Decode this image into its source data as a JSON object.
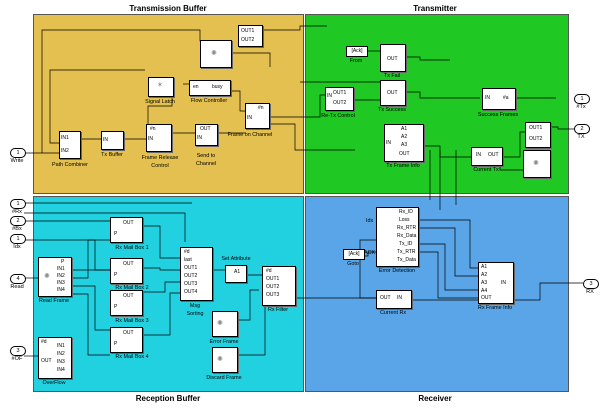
{
  "regions": {
    "transmission_buffer": {
      "title": "Transmission Buffer",
      "color": "#e3c04f"
    },
    "transmitter": {
      "title": "Transmitter",
      "color": "#1fc823"
    },
    "reception_buffer": {
      "title": "Reception Buffer",
      "color": "#22d1e0"
    },
    "receiver": {
      "title": "Receiver",
      "color": "#5aa5e8"
    }
  },
  "tb": {
    "path_combiner": "Path Combiner",
    "tx_buffer": "Tx Buffer",
    "frame_release": "Frame Release",
    "control": "Control",
    "send_to": "Send to",
    "channel": "Channel",
    "frame_on_channel": "Frame on Channel",
    "signal_latch": "Signal Latch",
    "flow_controller": "Flow Controller",
    "en": "en",
    "busy": "busy"
  },
  "tx": {
    "ack_tag": "[Ack]",
    "from": "From",
    "tx_fail": "Tx Fail",
    "tx_success": "Tx Success",
    "retx_control": "Re-Tx Control",
    "success_frames": "Success Frames",
    "tx_frame_info": "Tx Frame Info",
    "current_tx": "Current Tx"
  },
  "rb": {
    "read_frame": "Read Frame",
    "overflow": "OverFlow",
    "mailbox1": "Rx Mail Box 1",
    "mailbox2": "Rx Mail Box 2",
    "mailbox3": "Rx Mail Box 3",
    "mailbox4": "Rx Mail Box 4",
    "msg": "Msg",
    "sorting": "Sorting",
    "set_attribute": "Set Attribute",
    "rx_filter": "Rx Filter",
    "error_frame": "Error Frame",
    "discard_frame": "Discard Frame",
    "d_tag": "#d",
    "last": "last"
  },
  "rx": {
    "goto_tag": "[Ack]",
    "goto": "Goto",
    "idx": "Idx",
    "ack": "ACK",
    "error_detection": "Error Detection",
    "current_rx": "Current Rx",
    "rx_frame_info": "Rx Frame Info",
    "err_ports": [
      "Rx_ID",
      "Loss",
      "Rx_RTR",
      "Rx_Data",
      "Tx_ID",
      "Tx_RTR",
      "Tx_Data"
    ]
  },
  "io": {
    "write": {
      "num": "1",
      "label": "Write"
    },
    "ntx": {
      "num": "1",
      "label": "#Tx"
    },
    "tx": {
      "num": "2",
      "label": "TX"
    },
    "rx_in": {
      "num": "3",
      "label": "RX"
    },
    "nrx": {
      "num": "1",
      "label": "#Rx"
    },
    "bx": {
      "num": "2",
      "label": "#Bx"
    },
    "idx": {
      "num": "1",
      "label": "Idx"
    },
    "read": {
      "num": "4",
      "label": "Read"
    },
    "of": {
      "num": "3",
      "label": "#OF"
    }
  },
  "ports": {
    "in": "IN",
    "in1": "IN1",
    "in2": "IN2",
    "in3": "IN3",
    "in4": "IN4",
    "out": "OUT",
    "out1": "OUT1",
    "out2": "OUT2",
    "out3": "OUT3",
    "out4": "OUT4",
    "a1": "A1",
    "a2": "A2",
    "a3": "A3",
    "a4": "A4",
    "p": "P",
    "n": "#n",
    "a": "#a",
    "d": "#d"
  }
}
